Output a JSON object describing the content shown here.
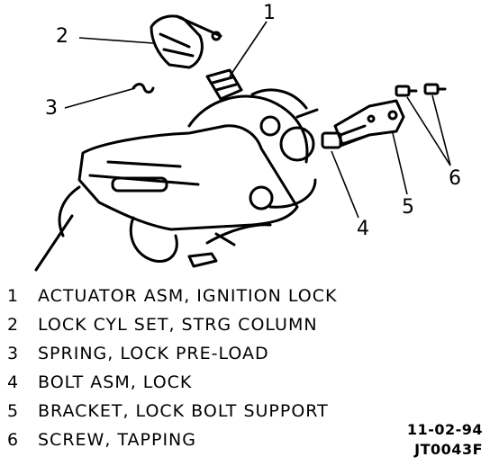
{
  "callouts": [
    "1",
    "2",
    "3",
    "4",
    "5",
    "6"
  ],
  "legend": [
    {
      "num": "1",
      "text": "ACTUATOR ASM, IGNITION LOCK"
    },
    {
      "num": "2",
      "text": "LOCK CYL SET, STRG COLUMN"
    },
    {
      "num": "3",
      "text": "SPRING, LOCK PRE-LOAD"
    },
    {
      "num": "4",
      "text": "BOLT ASM, LOCK"
    },
    {
      "num": "5",
      "text": "BRACKET, LOCK BOLT SUPPORT"
    },
    {
      "num": "6",
      "text": "SCREW, TAPPING"
    }
  ],
  "codes": {
    "date": "11-02-94",
    "ref": "JT0043F"
  }
}
